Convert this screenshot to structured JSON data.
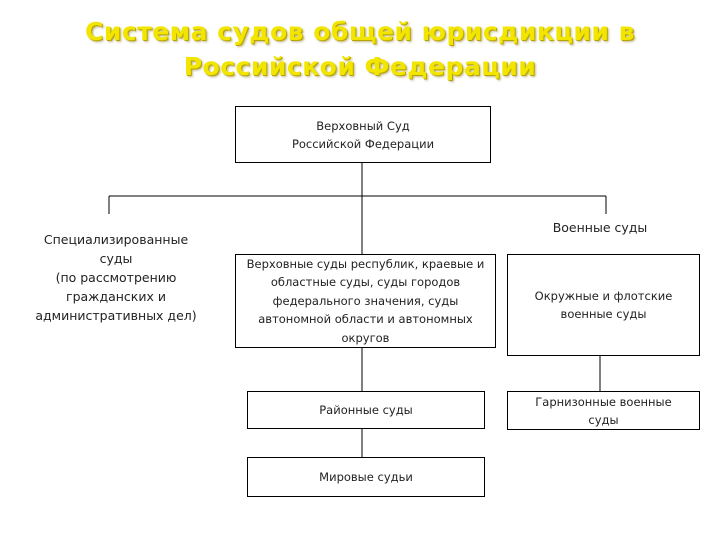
{
  "title": "Система судов общей юрисдикции в Российской Федерации",
  "nodes": {
    "supreme_court": "Верховный Суд\nРоссийской Федерации",
    "specialized_courts": "Специализированные суды\n(по рассмотрению гражданских и административных дел)",
    "military_courts": "Военные суды",
    "regional_courts": "Верховные суды республик, краевые и областные суды, суды городов федерального значения, суды автономной области и автономных округов",
    "district_military_courts": "Окружные и флотские военные суды",
    "district_courts": "Районные суды",
    "garrison_military_courts": "Гарнизонные военные суды",
    "magistrates": "Мировые судьи"
  },
  "colors": {
    "title": "#f2e600",
    "line": "#000000"
  }
}
